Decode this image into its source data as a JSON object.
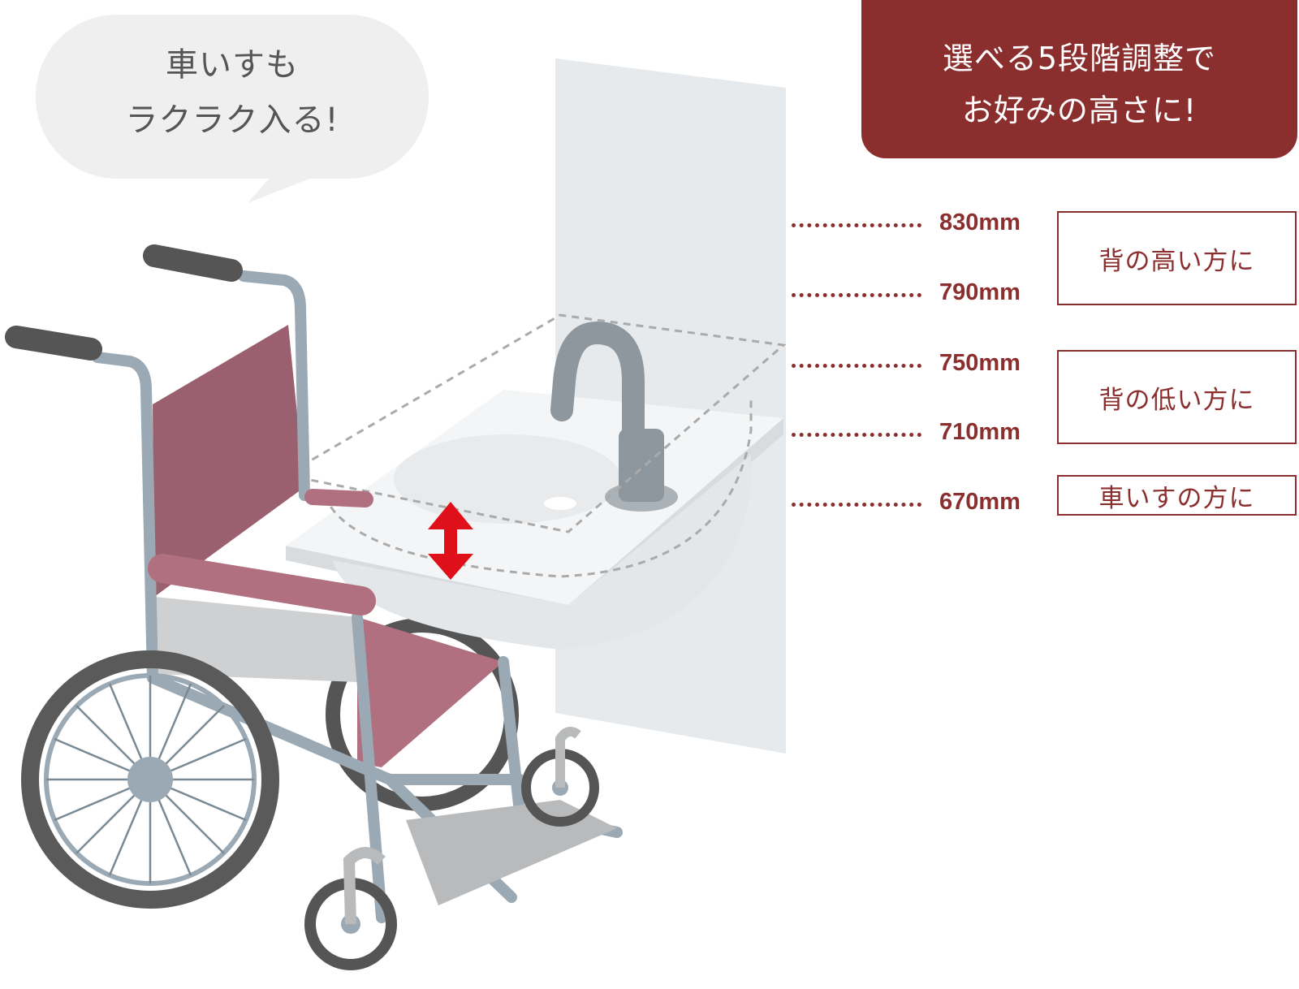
{
  "speech_bubble": {
    "line1": "車いすも",
    "line2": "ラクラク入る!"
  },
  "banner": {
    "line1": "選べる5段階調整で",
    "line2": "お好みの高さに!"
  },
  "heights": [
    {
      "label": "830mm",
      "value_mm": 830
    },
    {
      "label": "790mm",
      "value_mm": 790
    },
    {
      "label": "750mm",
      "value_mm": 750
    },
    {
      "label": "710mm",
      "value_mm": 710
    },
    {
      "label": "670mm",
      "value_mm": 670
    }
  ],
  "ranges": [
    {
      "label": "背の高い方に",
      "covers": [
        "830mm",
        "790mm"
      ]
    },
    {
      "label": "背の低い方に",
      "covers": [
        "750mm",
        "710mm"
      ]
    },
    {
      "label": "車いすの方に",
      "covers": [
        "670mm"
      ]
    }
  ],
  "colors": {
    "accent": "#8b2e2e",
    "banner_bg": "#8b2e2e",
    "bubble_bg": "#efefef",
    "wheelchair_frame": "#9aa9b4",
    "wheelchair_seat": "#b07080",
    "wheelchair_back": "#9a6070",
    "wall_panel": "#e6eaec",
    "arrow": "#e0101a"
  },
  "illustration": {
    "objects": [
      "wheelchair",
      "wash-basin",
      "faucet",
      "wall-panel",
      "height-arrow",
      "speech-bubble"
    ]
  }
}
